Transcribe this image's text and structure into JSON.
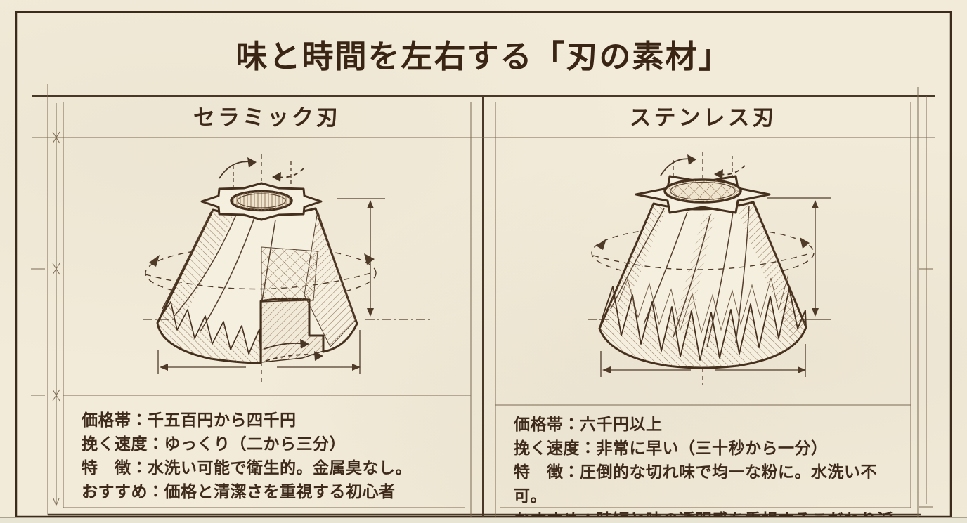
{
  "page": {
    "title": "味と時間を左右する「刃の素材」"
  },
  "columns": [
    {
      "header": "セラミック刃",
      "illustration": "ceramic-conical-burr-technical-drawing",
      "specs": [
        "価格帯：千五百円から四千円",
        "挽く速度：ゆっくり（二から三分）",
        "特　徴：水洗い可能で衛生的。金属臭なし。",
        "おすすめ：価格と清潔さを重視する初心者"
      ]
    },
    {
      "header": "ステンレス刃",
      "illustration": "stainless-conical-burr-technical-drawing",
      "specs": [
        "価格帯：六千円以上",
        "挽く速度：非常に早い（三十秒から一分）",
        "特　徴：圧倒的な切れ味で均一な粉に。水洗い不可。",
        "おすすめ：時短と味の透明感を重視するこだわり派"
      ]
    }
  ],
  "colors": {
    "paper": "#f2ebd9",
    "ink": "#3a2515",
    "heavy_line": "#46351f",
    "thin_line": "#7b6a52",
    "drawing_stroke": "#452f1d"
  }
}
